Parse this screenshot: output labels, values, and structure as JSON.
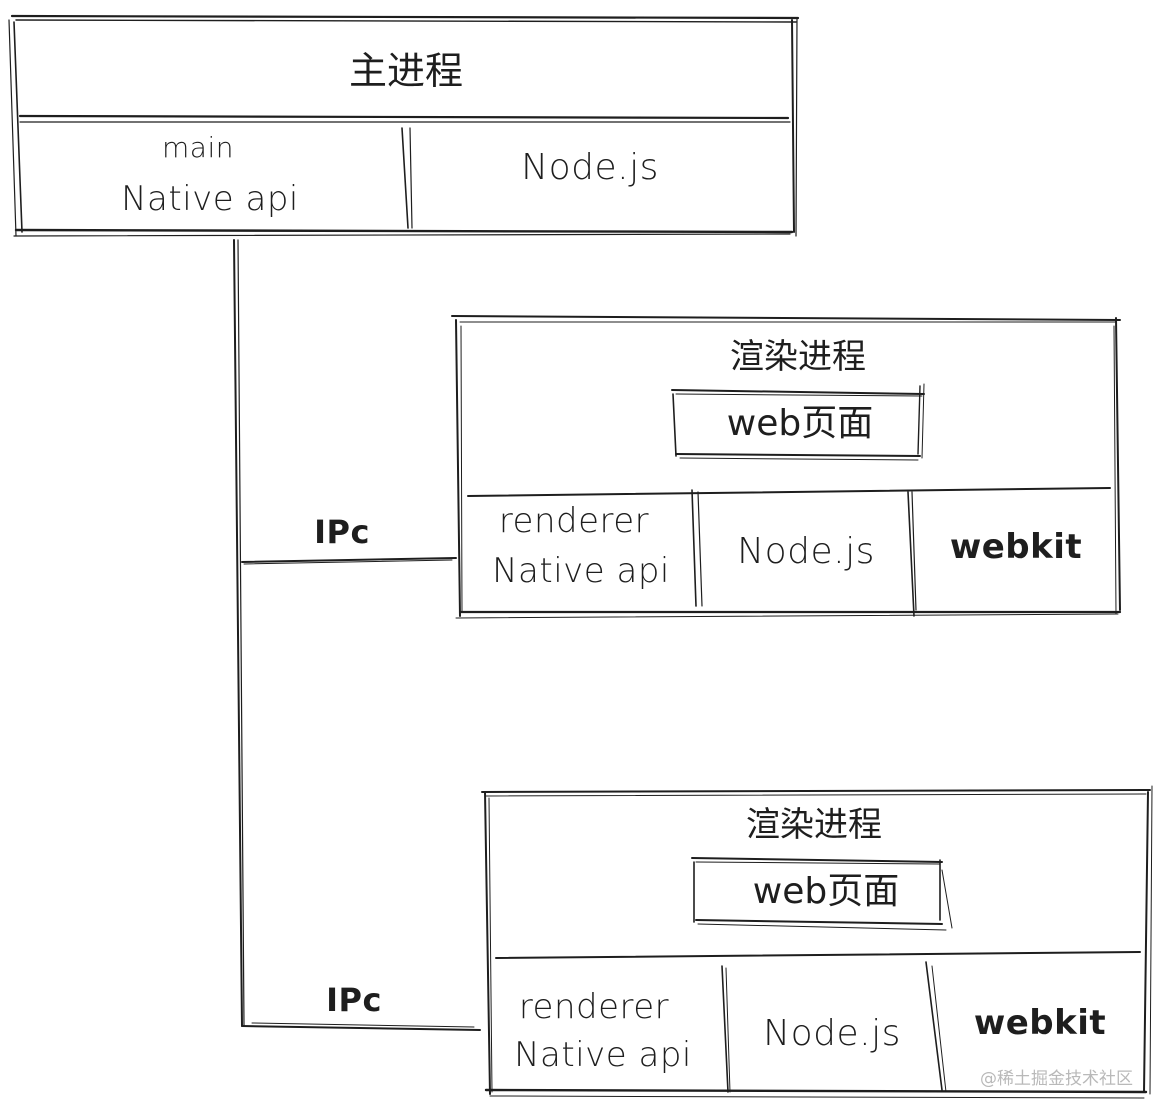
{
  "main_process": {
    "title": "主进程",
    "cells": [
      {
        "line1": "main",
        "line2": "Native api"
      },
      {
        "label": "Node.js"
      }
    ]
  },
  "connector": {
    "labels": [
      "IPc",
      "IPc"
    ]
  },
  "renderer_processes": [
    {
      "title": "渲染进程",
      "page_box": "web页面",
      "cells": [
        {
          "line1": "renderer",
          "line2": "Native api"
        },
        {
          "label": "Node.js"
        },
        {
          "label": "webkit"
        }
      ]
    },
    {
      "title": "渲染进程",
      "page_box": "web页面",
      "cells": [
        {
          "line1": "renderer",
          "line2": "Native api"
        },
        {
          "label": "Node.js"
        },
        {
          "label": "webkit"
        }
      ]
    }
  ],
  "watermark": "@稀土掘金技术社区",
  "colors": {
    "stroke": "#1e1e1e",
    "background": "#ffffff",
    "watermark": "#b9b9b9"
  }
}
